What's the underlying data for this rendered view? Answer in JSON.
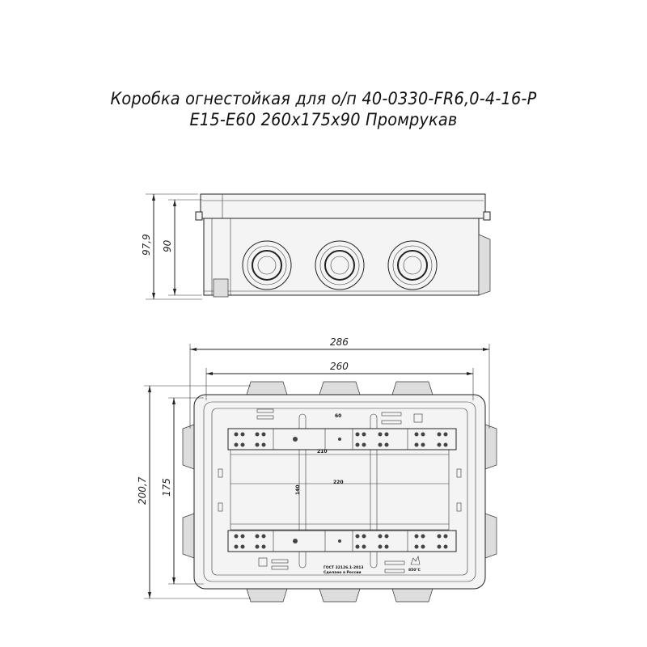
{
  "title": {
    "line1": "Коробка огнестойкая для о/п 40-0330-FR6,0-4-16-Р",
    "line2": "Е15-Е60 260х175х90 Промрукав"
  },
  "side_view": {
    "dim_total_height": "97,9",
    "dim_body_height": "90"
  },
  "top_view": {
    "dim_total_width": "286",
    "dim_body_width": "260",
    "dim_total_depth": "200,7",
    "dim_body_depth": "175",
    "inner_dim_60": "60",
    "inner_dim_220": "220",
    "inner_dim_140": "140",
    "inner_dim_210": "210",
    "standard_text": "ГОСТ 32126.1-2013",
    "made_in_text": "Сделано в России",
    "temperature_text": "850°C"
  }
}
